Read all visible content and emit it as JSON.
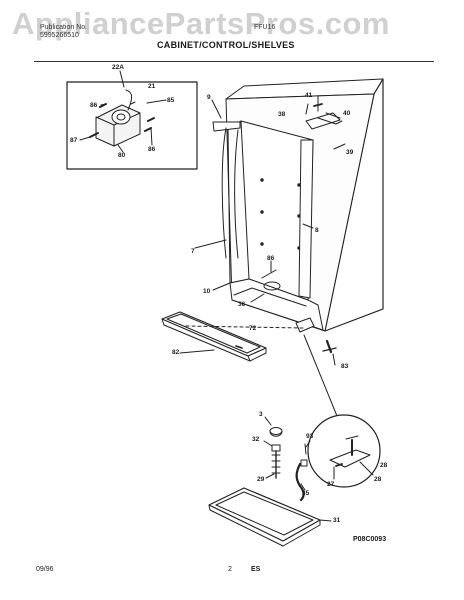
{
  "watermark": "AppliancePartsPros.com",
  "header": {
    "left_line1": "Publication No.",
    "left_line2": "5995266510",
    "right_line1": "FFU16",
    "title": "CABINET/CONTROL/SHELVES"
  },
  "callouts": [
    "22A",
    "21",
    "86",
    "85",
    "87",
    "80",
    "86",
    "9",
    "41",
    "38",
    "40",
    "39",
    "7",
    "8",
    "86",
    "10",
    "36",
    "72",
    "82",
    "83",
    "3",
    "32",
    "93",
    "29",
    "35",
    "28",
    "27",
    "28",
    "31"
  ],
  "figure_code": "P08C0093",
  "footer": {
    "date": "09/96",
    "page": "2",
    "lang": "ES"
  }
}
